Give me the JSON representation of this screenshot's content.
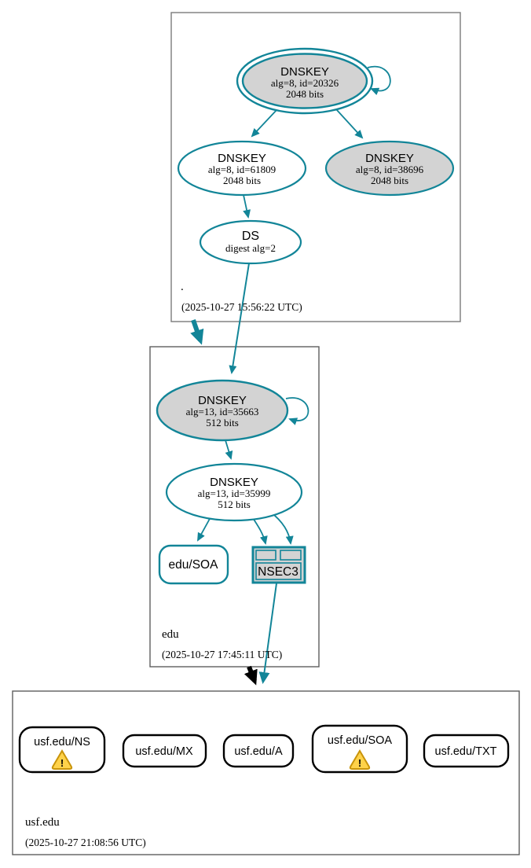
{
  "zones": {
    "root": {
      "label": ".",
      "timestamp": "(2025-10-27 15:56:22 UTC)"
    },
    "edu": {
      "label": "edu",
      "timestamp": "(2025-10-27 17:45:11 UTC)"
    },
    "usf": {
      "label": "usf.edu",
      "timestamp": "(2025-10-27 21:08:56 UTC)"
    }
  },
  "nodes": {
    "root_ksk": {
      "type": "DNSKEY",
      "detail1": "alg=8, id=20326",
      "detail2": "2048 bits"
    },
    "root_zsk": {
      "type": "DNSKEY",
      "detail1": "alg=8, id=61809",
      "detail2": "2048 bits"
    },
    "root_dnskey_38696": {
      "type": "DNSKEY",
      "detail1": "alg=8, id=38696",
      "detail2": "2048 bits"
    },
    "root_ds": {
      "type": "DS",
      "detail1": "digest alg=2"
    },
    "edu_ksk": {
      "type": "DNSKEY",
      "detail1": "alg=13, id=35663",
      "detail2": "512 bits"
    },
    "edu_zsk": {
      "type": "DNSKEY",
      "detail1": "alg=13, id=35999",
      "detail2": "512 bits"
    },
    "edu_soa": {
      "label": "edu/SOA"
    },
    "edu_nsec3": {
      "label": "NSEC3"
    },
    "usf_ns": {
      "label": "usf.edu/NS",
      "warning": "!"
    },
    "usf_mx": {
      "label": "usf.edu/MX"
    },
    "usf_a": {
      "label": "usf.edu/A"
    },
    "usf_soa": {
      "label": "usf.edu/SOA",
      "warning": "!"
    },
    "usf_txt": {
      "label": "usf.edu/TXT"
    }
  },
  "colors": {
    "secure_teal": "#128598",
    "node_gray_fill": "#d3d3d3",
    "zone_box_border": "#7a7a7a",
    "insecure_black": "#000000",
    "warning_fill": "#ffd24a",
    "warning_border": "#c9940a"
  }
}
